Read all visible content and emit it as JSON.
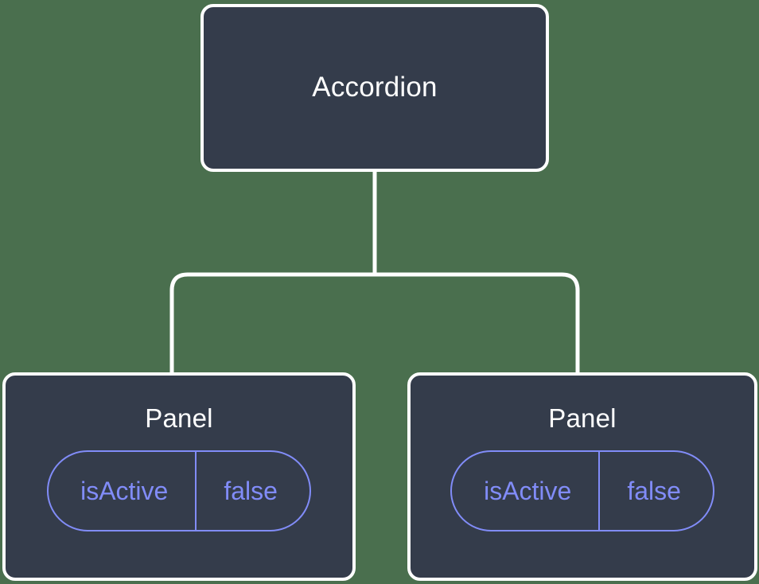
{
  "diagram": {
    "type": "component-tree",
    "background_color": "#4a6f4e",
    "node_fill_color": "#343c4b",
    "node_border_color": "#ffffff",
    "node_text_color": "#ffffff",
    "prop_accent_color": "#818cf8",
    "edge_color": "#ffffff",
    "root": {
      "label": "Accordion"
    },
    "children": [
      {
        "label": "Panel",
        "props": [
          {
            "key": "isActive",
            "value": "false"
          }
        ]
      },
      {
        "label": "Panel",
        "props": [
          {
            "key": "isActive",
            "value": "false"
          }
        ]
      }
    ]
  }
}
